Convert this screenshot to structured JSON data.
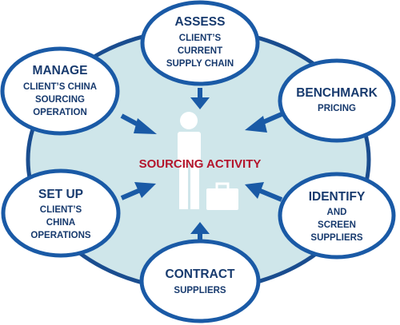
{
  "center": {
    "label": "SOURCING ACTIVITY"
  },
  "nodes": {
    "assess": {
      "heading": "ASSESS",
      "lines": [
        "CLIENT’S",
        "CURRENT",
        "SUPPLY CHAIN"
      ]
    },
    "benchmark": {
      "heading": "BENCHMARK",
      "lines": [
        "PRICING"
      ]
    },
    "identify": {
      "heading": "IDENTIFY",
      "lines": [
        "AND",
        "SCREEN",
        "SUPPLIERS"
      ]
    },
    "contract": {
      "heading": "CONTRACT",
      "lines": [
        "SUPPLIERS"
      ]
    },
    "setup": {
      "heading": "SET UP",
      "lines": [
        "CLIENT’S",
        "CHINA",
        "OPERATIONS"
      ]
    },
    "manage": {
      "heading": "MANAGE",
      "lines": [
        "CLIENT’S CHINA",
        "SOURCING",
        "OPERATION"
      ]
    }
  },
  "colors": {
    "ring_fill": "#cfe6ea",
    "ring_stroke": "#1a4d8f",
    "node_stroke": "#1a5aa6",
    "text_navy": "#173a6e",
    "center_red": "#b4152c",
    "figure_white": "#ffffff"
  },
  "icons": {
    "figure": "person-icon",
    "case": "briefcase-icon"
  }
}
